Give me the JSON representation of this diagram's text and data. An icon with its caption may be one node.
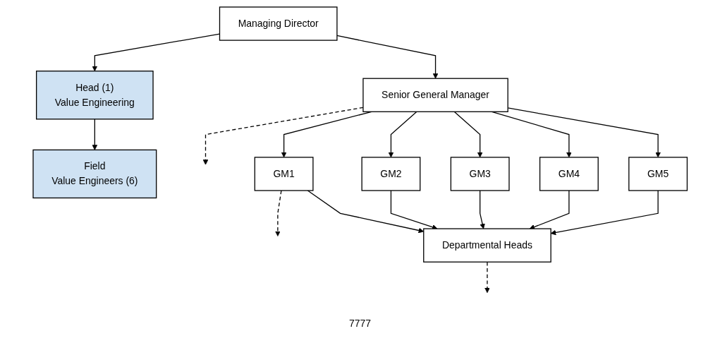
{
  "diagram": {
    "nodes": [
      {
        "text": [
          "Managing Director"
        ]
      },
      {
        "text": [
          "Head (1)",
          "Value Engineering"
        ]
      },
      {
        "text": [
          "Senior General Manager"
        ]
      },
      {
        "text": [
          "GM1"
        ]
      },
      {
        "text": [
          "GM2"
        ]
      },
      {
        "text": [
          "GM3"
        ]
      },
      {
        "text": [
          "GM4"
        ]
      },
      {
        "text": [
          "GM5"
        ]
      },
      {
        "text": [
          "Field",
          "Value Engineers (6)"
        ]
      },
      {
        "text": [
          "Departmental Heads"
        ]
      }
    ],
    "edges": [
      {
        "from": 0,
        "to": 1,
        "arrow": "to"
      },
      {
        "from": 0,
        "to": 2,
        "arrow": "to"
      },
      {
        "from": 2,
        "to": null,
        "arrow": "to",
        "style": "dashed"
      },
      {
        "from": 2,
        "to": 3,
        "arrow": "to"
      },
      {
        "from": 2,
        "to": 4,
        "arrow": "to"
      },
      {
        "from": 2,
        "to": 5,
        "arrow": "to"
      },
      {
        "from": 2,
        "to": 6,
        "arrow": "to"
      },
      {
        "from": 2,
        "to": 7,
        "arrow": "to"
      },
      {
        "from": 1,
        "to": 8,
        "arrow": "to"
      },
      {
        "from": 3,
        "to": null,
        "arrow": "to",
        "style": "dashed"
      },
      {
        "from": 3,
        "to": 9,
        "arrow": "to"
      },
      {
        "from": 4,
        "to": 9,
        "arrow": "to"
      },
      {
        "from": 5,
        "to": 9,
        "arrow": "to"
      },
      {
        "from": 6,
        "to": 9,
        "arrow": "to"
      },
      {
        "from": 7,
        "to": 9,
        "arrow": "to"
      },
      {
        "from": 9,
        "to": null,
        "arrow": "to",
        "style": "dashed"
      }
    ],
    "labels": [
      "7777"
    ]
  }
}
